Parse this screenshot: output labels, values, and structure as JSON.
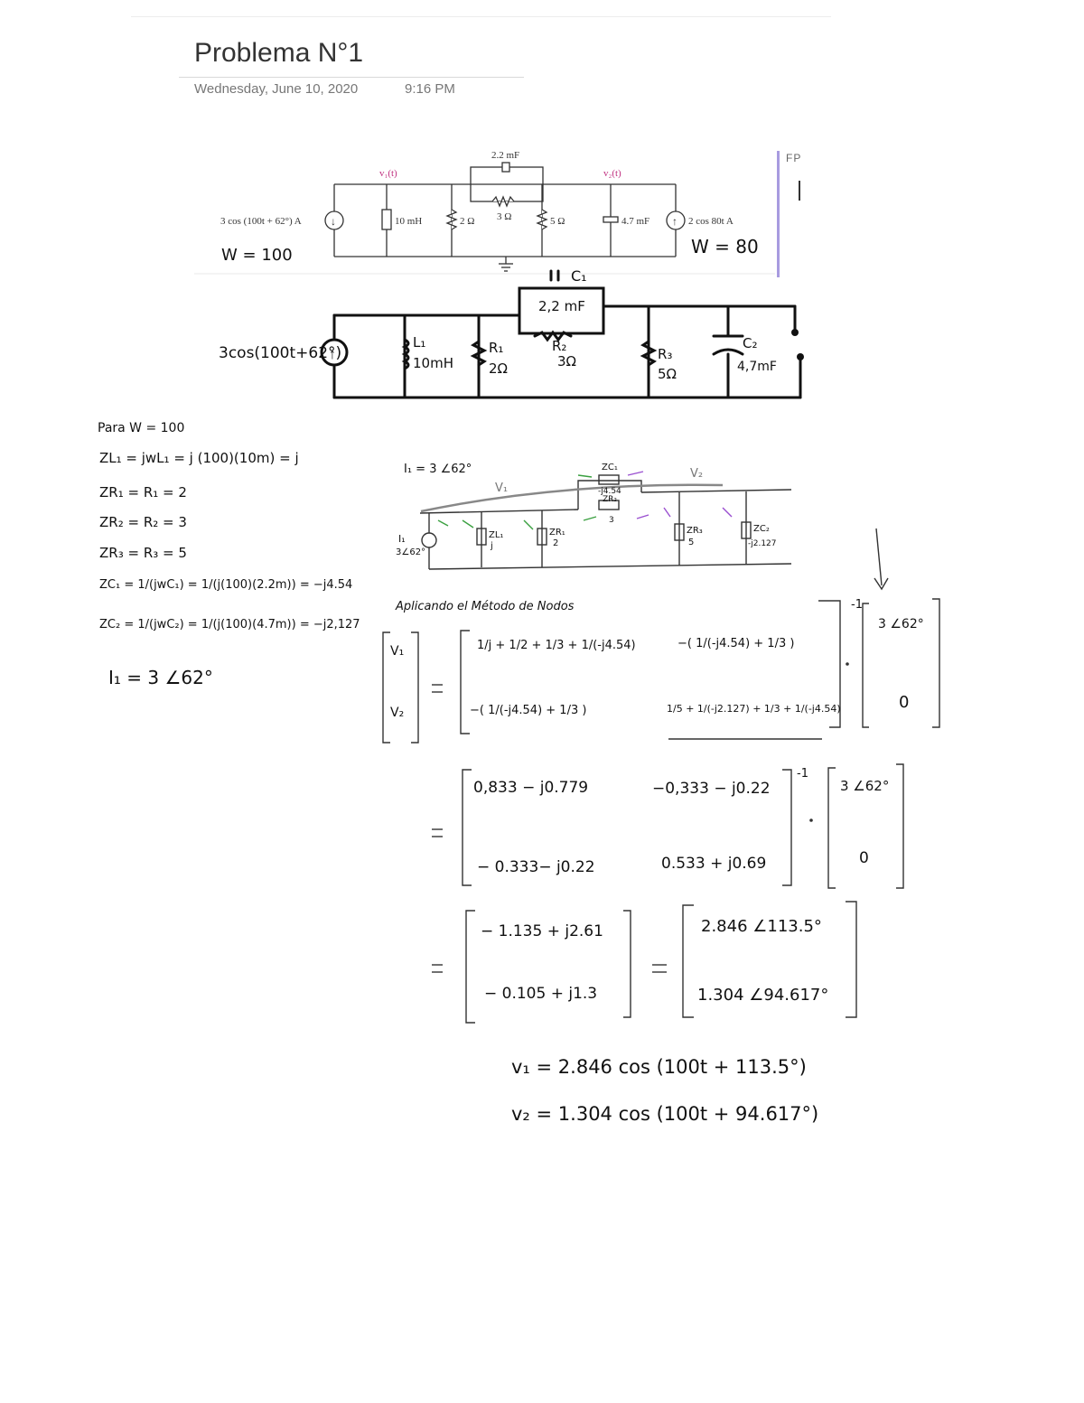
{
  "page": {
    "title": "Problema N°1",
    "date": "Wednesday, June 10, 2020",
    "time": "9:16 PM",
    "side_tag": "FP"
  },
  "circuit_original": {
    "v1_label": "v₁(t)",
    "v2_label": "v₂(t)",
    "source_left": "3 cos (100t + 62°) A",
    "inductor": "10 mH",
    "r1": "2 Ω",
    "c1": "2.2 mF",
    "r2": "3 Ω",
    "r3": "5 Ω",
    "c2": "4.7 mF",
    "source_right": "2 cos 80t A",
    "omega_left": "W = 100",
    "omega_right": "W = 80"
  },
  "circuit_redrawn": {
    "source": "3cos(100t+62°)",
    "l1_name": "L₁",
    "l1_value": "10mH",
    "r1_name": "R₁",
    "r1_value": "2Ω",
    "c1_name": "C₁",
    "c1_value": "2,2 mF",
    "r2_name": "R₂",
    "r2_value": "3Ω",
    "r3_name": "R₃",
    "r3_value": "5Ω",
    "c2_name": "C₂",
    "c2_value": "4,7mF"
  },
  "impedances": {
    "heading": "Para  W = 100",
    "lines": [
      "ZL₁ = jwL₁ = j (100)(10m) = j",
      "ZR₁ =  R₁ = 2",
      "ZR₂ =  R₂ = 3",
      "ZR₃ =  R₃ = 5",
      "ZC₁ = 1/(jwC₁) = 1/(j(100)(2.2m)) = −j4.54",
      "ZC₂ = 1/(jwC₂) = 1/(j(100)(4.7m)) = −j2,127"
    ],
    "current": "I₁ = 3 ∠62°"
  },
  "node_sketch": {
    "current": "I₁ = 3 ∠62°",
    "v1": "V₁",
    "v2": "V₂",
    "source_label": "I₁",
    "source_value": "3∠62°",
    "zl1": "ZL₁",
    "zl1_val": "j",
    "zr1": "ZR₁",
    "zr1_val": "2",
    "zc1": "ZC₁",
    "zc1_val": "-j4.54",
    "zr2": "ZR₂",
    "zr2_val": "3",
    "zr3": "ZR₃",
    "zr3_val": "5",
    "zc2": "ZC₂",
    "zc2_val": "-j2.127"
  },
  "method": {
    "label": "Aplicando el Método de Nodos",
    "vector": [
      "V₁",
      "V₂"
    ],
    "a11": "1/j + 1/2 + 1/3 + 1/(-j4.54)",
    "a12": "−( 1/(-j4.54) + 1/3 )",
    "a21": "−( 1/(-j4.54) + 1/3 )",
    "a22": "1/5 + 1/(-j2.127) + 1/3 + 1/(-j4.54)",
    "inv": "-1",
    "b1": "3 ∠62°",
    "b2": "0"
  },
  "numeric_step": {
    "m11": "0,833 − j0.779",
    "m12": "−0,333 − j0.22",
    "m21": "− 0.333− j0.22",
    "m22": "0.533 + j0.69",
    "inv": "-1",
    "b1": "3 ∠62°",
    "b2": "0"
  },
  "result": {
    "r1": "− 1.135  + j2.61",
    "r2": "− 0.105 + j1.3",
    "p1": "2.846 ∠113.5°",
    "p2": "1.304 ∠94.617°"
  },
  "final": {
    "line1": "v₁ = 2.846 cos (100t + 113.5°)",
    "line2": "v₂ = 1.304 cos (100t + 94.617°)"
  }
}
